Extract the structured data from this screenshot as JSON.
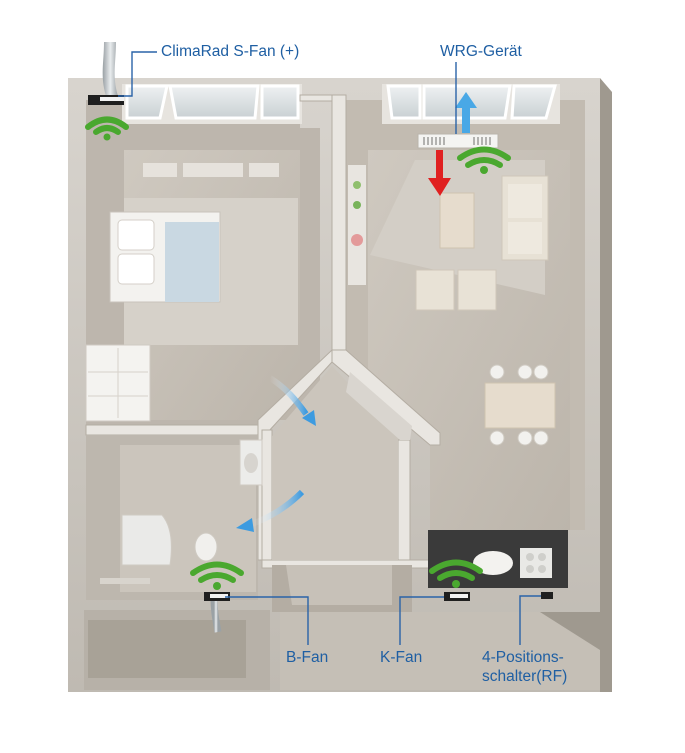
{
  "labels": {
    "climarad": "ClimaRad S-Fan (+)",
    "wrg": "WRG-Gerät",
    "b_fan": "B-Fan",
    "k_fan": "K-Fan",
    "switch_line1": "4-Positions-",
    "switch_line2": "schalter(RF)"
  },
  "colors": {
    "callout_text": "#1f5fa3",
    "callout_line": "#2a63a8",
    "wifi_signal": "#4aa82f",
    "supply_air_arrow": "#e02020",
    "exhaust_air_arrow": "#49a8e6"
  },
  "icons": {
    "wireless": "wifi-signal-icon",
    "airflow": "airflow-arrow-icon"
  }
}
